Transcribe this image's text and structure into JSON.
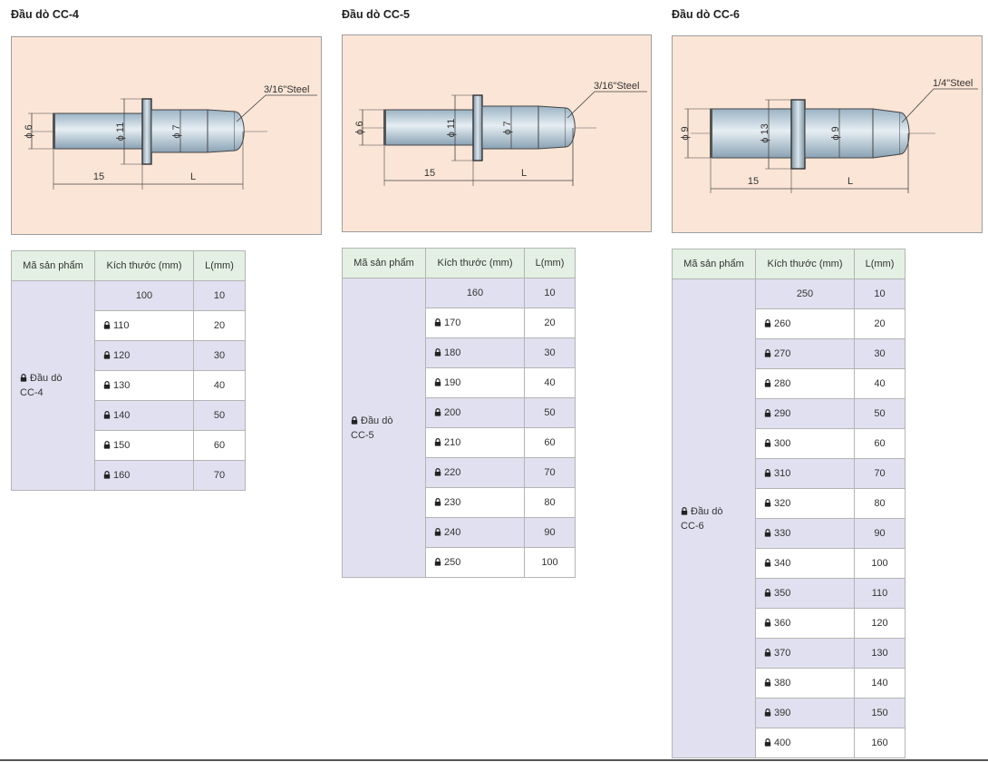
{
  "headers": {
    "product_code": "Mã sản phẩm",
    "size": "Kích thước (mm)",
    "length": "L(mm)"
  },
  "sections": [
    {
      "title": "Đầu dò CC-4",
      "product_code_line1": "Đầu dò",
      "product_code_line2": "CC-4",
      "diagram": {
        "shank_dia": "ϕ 6",
        "flange_dia": "ϕ 11",
        "tip_dia": "ϕ 7",
        "base_len": "15",
        "var_len": "L",
        "ball": "3/16\"Steel"
      },
      "rows": [
        {
          "size": "100",
          "L": "10",
          "locked": false
        },
        {
          "size": "110",
          "L": "20",
          "locked": true
        },
        {
          "size": "120",
          "L": "30",
          "locked": true
        },
        {
          "size": "130",
          "L": "40",
          "locked": true
        },
        {
          "size": "140",
          "L": "50",
          "locked": true
        },
        {
          "size": "150",
          "L": "60",
          "locked": true
        },
        {
          "size": "160",
          "L": "70",
          "locked": true
        }
      ]
    },
    {
      "title": "Đầu dò CC-5",
      "product_code_line1": "Đầu dò",
      "product_code_line2": "CC-5",
      "diagram": {
        "shank_dia": "ϕ 6",
        "flange_dia": "ϕ 11",
        "tip_dia": "ϕ 7",
        "base_len": "15",
        "var_len": "L",
        "ball": "3/16\"Steel"
      },
      "rows": [
        {
          "size": "160",
          "L": "10",
          "locked": false
        },
        {
          "size": "170",
          "L": "20",
          "locked": true
        },
        {
          "size": "180",
          "L": "30",
          "locked": true
        },
        {
          "size": "190",
          "L": "40",
          "locked": true
        },
        {
          "size": "200",
          "L": "50",
          "locked": true
        },
        {
          "size": "210",
          "L": "60",
          "locked": true
        },
        {
          "size": "220",
          "L": "70",
          "locked": true
        },
        {
          "size": "230",
          "L": "80",
          "locked": true
        },
        {
          "size": "240",
          "L": "90",
          "locked": true
        },
        {
          "size": "250",
          "L": "100",
          "locked": true
        }
      ]
    },
    {
      "title": "Đầu dò CC-6",
      "product_code_line1": "Đầu dò",
      "product_code_line2": "CC-6",
      "diagram": {
        "shank_dia": "ϕ 9",
        "flange_dia": "ϕ 13",
        "tip_dia": "ϕ 9",
        "base_len": "15",
        "var_len": "L",
        "ball": "1/4\"Steel"
      },
      "rows": [
        {
          "size": "250",
          "L": "10",
          "locked": false
        },
        {
          "size": "260",
          "L": "20",
          "locked": true
        },
        {
          "size": "270",
          "L": "30",
          "locked": true
        },
        {
          "size": "280",
          "L": "40",
          "locked": true
        },
        {
          "size": "290",
          "L": "50",
          "locked": true
        },
        {
          "size": "300",
          "L": "60",
          "locked": true
        },
        {
          "size": "310",
          "L": "70",
          "locked": true
        },
        {
          "size": "320",
          "L": "80",
          "locked": true
        },
        {
          "size": "330",
          "L": "90",
          "locked": true
        },
        {
          "size": "340",
          "L": "100",
          "locked": true
        },
        {
          "size": "350",
          "L": "110",
          "locked": true
        },
        {
          "size": "360",
          "L": "120",
          "locked": true
        },
        {
          "size": "370",
          "L": "130",
          "locked": true
        },
        {
          "size": "380",
          "L": "140",
          "locked": true
        },
        {
          "size": "390",
          "L": "150",
          "locked": true
        },
        {
          "size": "400",
          "L": "160",
          "locked": true
        }
      ]
    }
  ]
}
